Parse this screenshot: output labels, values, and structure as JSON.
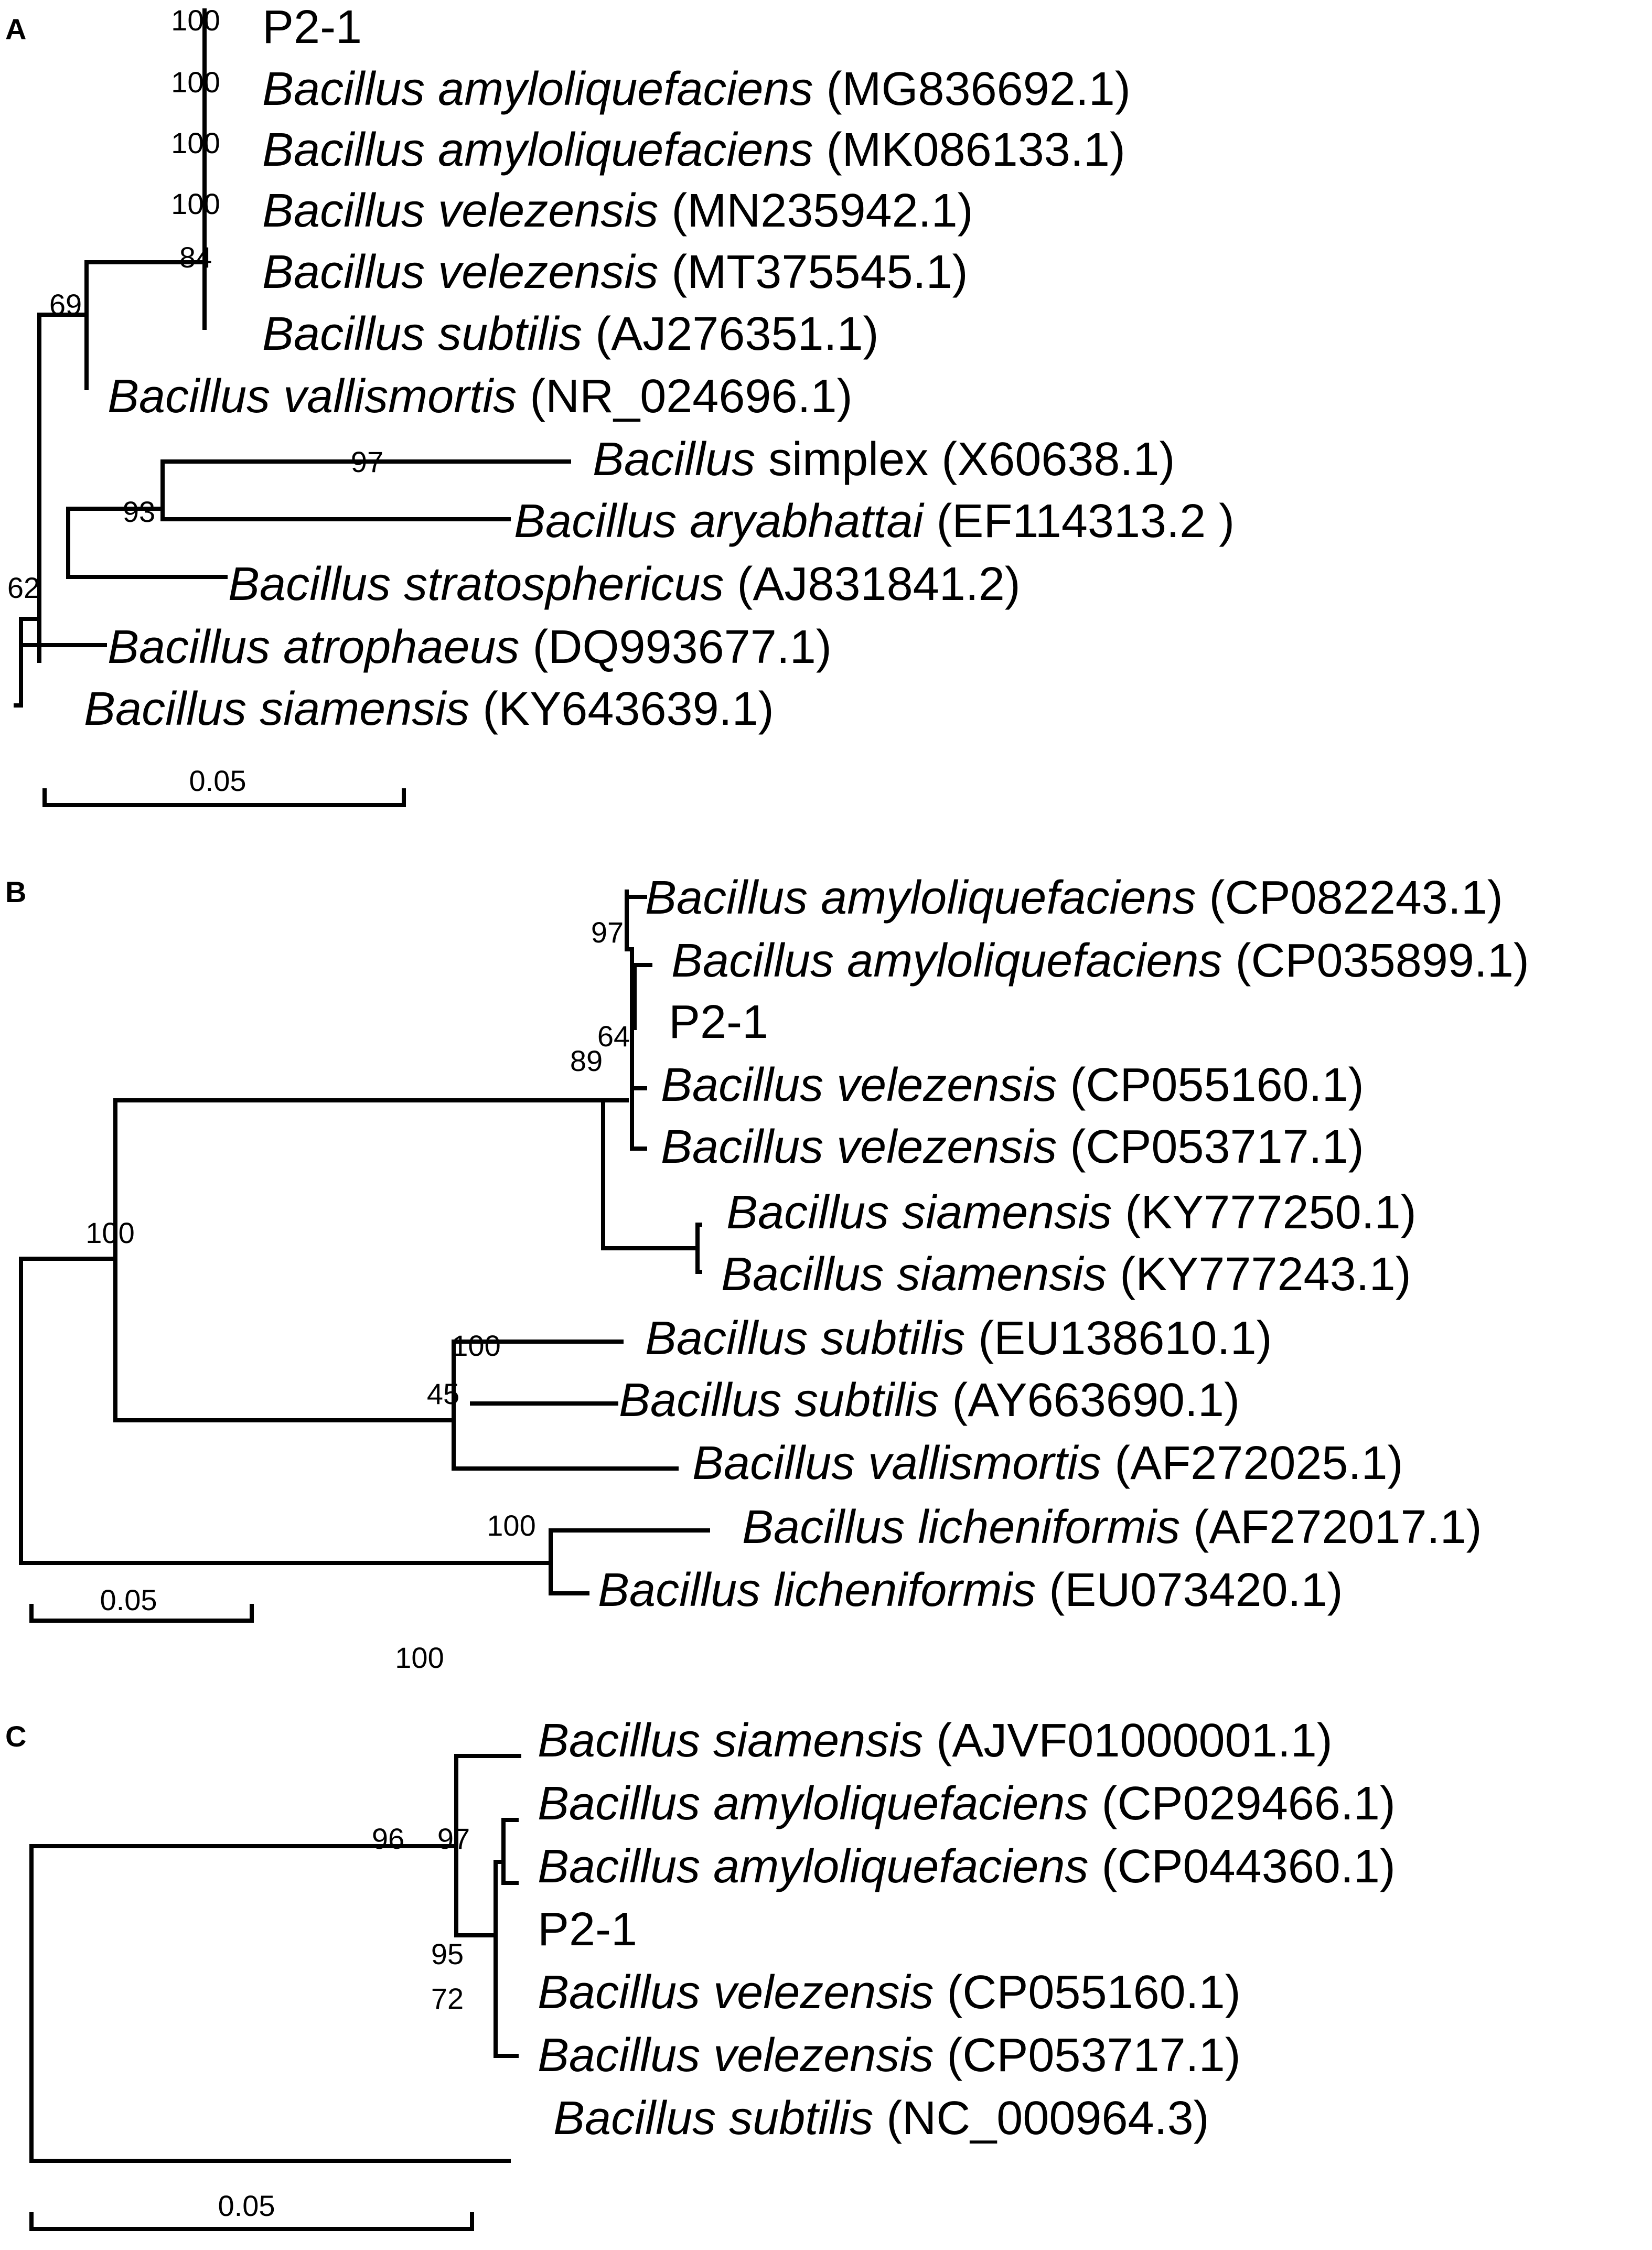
{
  "figure": {
    "panels": [
      {
        "id": "panel-a",
        "letter": "A",
        "scale_label": "0.05",
        "taxa": [
          {
            "text": "P2-1"
          },
          {
            "genus": "Bacillus",
            "species": "amyloliquefaciens",
            "accession": "(MG836692.1)"
          },
          {
            "genus": "Bacillus",
            "species": "amyloliquefaciens",
            "accession": "(MK086133.1)"
          },
          {
            "genus": "Bacillus",
            "species": "velezensis",
            "accession": "(MN235942.1)"
          },
          {
            "genus": "Bacillus",
            "species": "velezensis",
            "accession": "(MT375545.1)"
          },
          {
            "genus": "Bacillus",
            "species": "subtilis",
            "accession": "(AJ276351.1)"
          },
          {
            "genus": "Bacillus",
            "species": "vallismortis",
            "accession": "(NR_024696.1)"
          },
          {
            "genus": "Bacillus",
            "plain": "simplex",
            "accession": "(X60638.1)"
          },
          {
            "genus": "Bacillus",
            "species": "aryabhattai",
            "accession": "(EF114313.2 )"
          },
          {
            "genus": "Bacillus",
            "species": "stratosphericus",
            "accession": "(AJ831841.2)"
          },
          {
            "genus": "Bacillus",
            "species": "atrophaeus",
            "accession": "(DQ993677.1)"
          },
          {
            "genus": "Bacillus",
            "species": "siamensis",
            "accession": "(KY643639.1)"
          }
        ],
        "bootstrap": [
          "100",
          "100",
          "100",
          "100",
          "84",
          "69",
          "97",
          "93",
          "62"
        ]
      },
      {
        "id": "panel-b",
        "letter": "B",
        "scale_label": "0.05",
        "taxa": [
          {
            "genus": "Bacillus",
            "species": "amyloliquefaciens",
            "accession": "(CP082243.1)"
          },
          {
            "genus": "Bacillus",
            "species": "amyloliquefaciens",
            "accession": "(CP035899.1)"
          },
          {
            "text": "P2-1"
          },
          {
            "genus": "Bacillus",
            "species": "velezensis",
            "accession": "(CP055160.1)"
          },
          {
            "genus": "Bacillus",
            "species": "velezensis",
            "accession": "(CP053717.1)"
          },
          {
            "genus": "Bacillus",
            "species": "siamensis",
            "accession": "(KY777250.1)"
          },
          {
            "genus": "Bacillus",
            "species": "siamensis",
            "accession": "(KY777243.1)"
          },
          {
            "genus": "Bacillus",
            "species": "subtilis",
            "accession": "(EU138610.1)"
          },
          {
            "genus": "Bacillus",
            "species": "subtilis",
            "accession": "(AY663690.1)"
          },
          {
            "genus": "Bacillus",
            "species": "vallismortis",
            "accession": "(AF272025.1)"
          },
          {
            "genus": "Bacillus",
            "species": "licheniformis",
            "accession": "(AF272017.1)"
          },
          {
            "genus": "Bacillus",
            "species": "licheniformis",
            "accession": "(EU073420.1)"
          }
        ],
        "bootstrap": [
          "97",
          "64",
          "89",
          "100",
          "100",
          "45",
          "100",
          "100"
        ]
      },
      {
        "id": "panel-c",
        "letter": "C",
        "scale_label": "0.05",
        "taxa": [
          {
            "genus": "Bacillus",
            "species": "siamensis",
            "accession": "(AJVF01000001.1)"
          },
          {
            "genus": "Bacillus",
            "species": "amyloliquefaciens",
            "accession": "(CP029466.1)"
          },
          {
            "genus": "Bacillus",
            "species": "amyloliquefaciens",
            "accession": "(CP044360.1)"
          },
          {
            "text": "P2-1"
          },
          {
            "genus": "Bacillus",
            "species": "velezensis",
            "accession": "(CP055160.1)"
          },
          {
            "genus": "Bacillus",
            "species": "velezensis",
            "accession": "(CP053717.1)"
          },
          {
            "genus": "Bacillus",
            "species": "subtilis",
            "accession": "(NC_000964.3)"
          }
        ],
        "bootstrap": [
          "96",
          "97",
          "95",
          "72"
        ]
      }
    ]
  }
}
